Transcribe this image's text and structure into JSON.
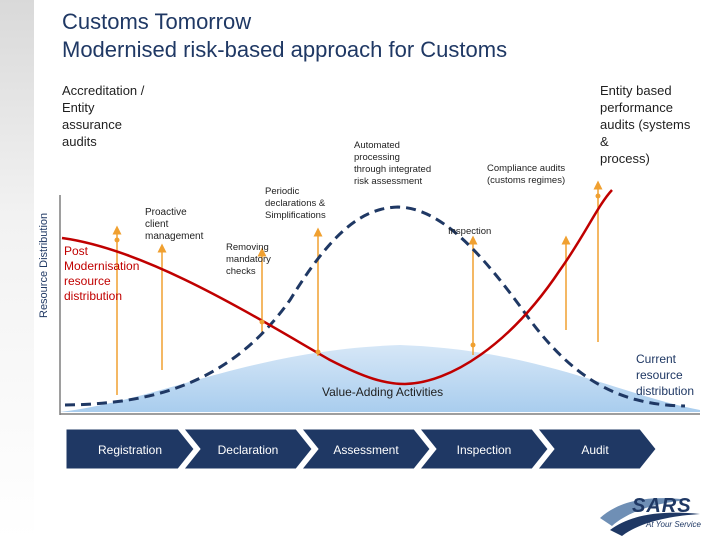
{
  "title": {
    "line1": "Customs Tomorrow",
    "line2": "Modernised risk-based approach for Customs"
  },
  "axis": {
    "y_label": "Resource Distribution"
  },
  "labels": {
    "accreditation": [
      "Accreditation /",
      "Entity",
      "assurance",
      "audits"
    ],
    "entity_based": [
      "Entity based",
      "performance"
    ],
    "entity_based_audits": "audits",
    "entity_based_systems": "(systems",
    "entity_based_amp": "&",
    "entity_based_process": "process)",
    "proactive": [
      "Proactive",
      "client",
      "management"
    ],
    "post_modernisation": [
      "Post",
      "Modernisation",
      "resource",
      "distribution"
    ],
    "periodic": [
      "Periodic",
      "declarations &",
      "Simplifications"
    ],
    "automated": [
      "Automated",
      "processing",
      "through integrated",
      "risk assessment"
    ],
    "compliance": [
      "Compliance audits",
      "(customs regimes)"
    ],
    "inspection_upper": "Inspection",
    "removing": [
      "Removing",
      "mandatory",
      "checks"
    ],
    "current": [
      "Current",
      "resource",
      "distribution"
    ],
    "value_adding": "Value-Adding Activities"
  },
  "stages": [
    "Registration",
    "Declaration",
    "Assessment",
    "Inspection",
    "Audit"
  ],
  "logo": {
    "name": "SARS",
    "tagline": "At Your Service"
  },
  "colors": {
    "title": "#1f3864",
    "red_curve": "#c00000",
    "dashed_curve": "#1f3864",
    "arrow": "#f0a030",
    "hill": "#bcd7ef",
    "stage_bar": "#1f3864"
  }
}
